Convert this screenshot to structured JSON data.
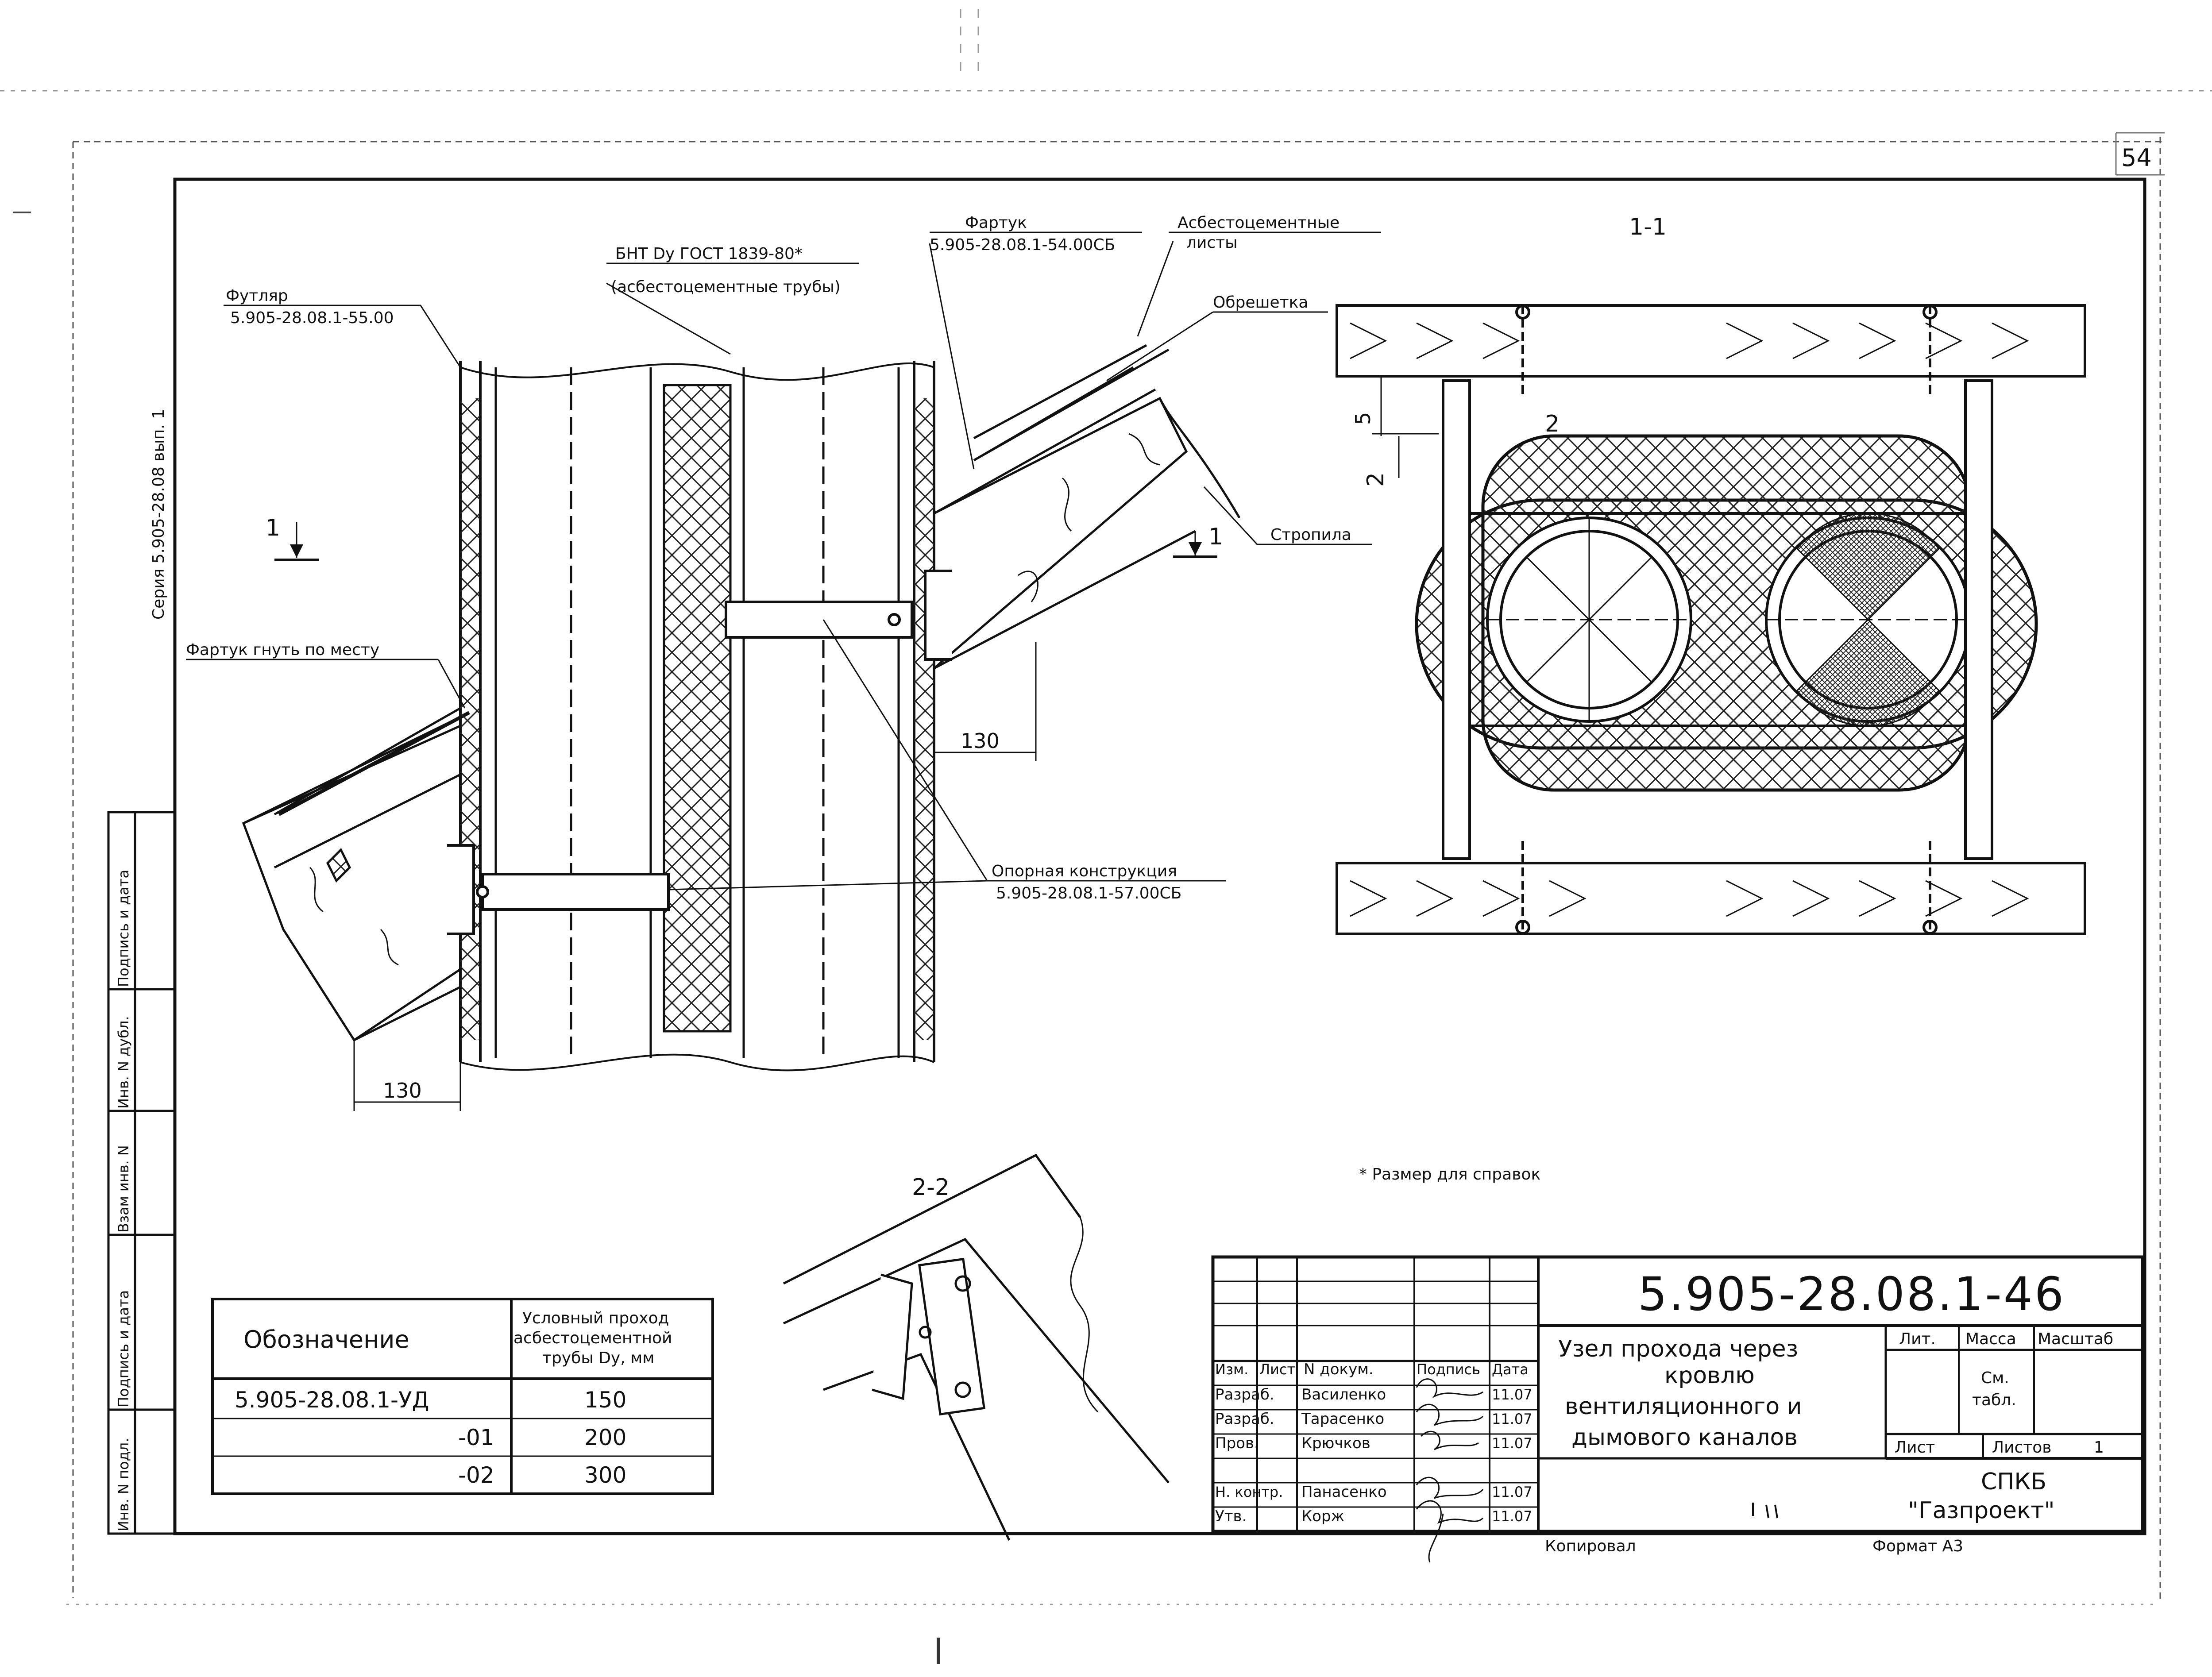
{
  "page": {
    "sheet_number": "54",
    "series_label": "Серия 5.905-28.08 вып. 1"
  },
  "left_stamp": [
    "Инв. N подл.",
    "Подпись и дата",
    "Взам инв. N",
    "Инв. N дубл.",
    "Подпись и дата"
  ],
  "labels": {
    "futlyar_title": "Футляр",
    "futlyar_code": "5.905-28.08.1-55.00",
    "bnt_title": "БНТ Dy ГОСТ 1839-80*",
    "bnt_sub": "(асбестоцементные трубы)",
    "fartuk_title": "Фартук",
    "fartuk_code": "5.905-28.08.1-54.00СБ",
    "asbest_1": "Асбестоцементные",
    "asbest_2": "листы",
    "obreshetka": "Обрешетка",
    "stropila": "Стропила",
    "fartuk_bend": "Фартук гнуть по месту",
    "opora_title": "Опорная конструкция",
    "opora_code": "5.905-28.08.1-57.00СБ",
    "note": "* Размер для справок",
    "view_1_1": "1-1",
    "view_2_2": "2-2",
    "mark_1": "1",
    "mark_2": "2",
    "dim_130": "130",
    "dim_5": "5"
  },
  "spec_table": {
    "header_designation": "Обозначение",
    "header_dn": [
      "Условный проход",
      "асбестоцементной",
      "трубы Dy, мм"
    ],
    "rows": [
      {
        "designation": "5.905-28.08.1-УД",
        "dn": "150"
      },
      {
        "designation": "-01",
        "dn": "200"
      },
      {
        "designation": "-02",
        "dn": "300"
      }
    ]
  },
  "title_block": {
    "doc_number": "5.905-28.08.1-46",
    "title_lines": [
      "Узел прохода через",
      "кровлю",
      "вентиляционного и",
      "дымового каналов"
    ],
    "col_headers": [
      "Изм.",
      "Лист",
      "N докум.",
      "Подпись",
      "Дата"
    ],
    "people": [
      {
        "role": "Разраб.",
        "name": "Василенко",
        "date": "11.07"
      },
      {
        "role": "Разраб.",
        "name": "Тарасенко",
        "date": "11.07"
      },
      {
        "role": "Пров.",
        "name": "Крючков",
        "date": "11.07"
      },
      {
        "role": "Н. контр.",
        "name": "Панасенко",
        "date": "11.07"
      },
      {
        "role": "Утв.",
        "name": "Корж",
        "date": "11.07"
      }
    ],
    "lit": "Лит.",
    "massa": "Масса",
    "masshtab": "Масштаб",
    "massa_value_1": "См.",
    "massa_value_2": "табл.",
    "list": "Лист",
    "listov": "Листов",
    "listov_value": "1",
    "org_1": "СПКБ",
    "org_2": "\"Газпроект\"",
    "kopiroval": "Копировал",
    "format": "Формат А3"
  }
}
